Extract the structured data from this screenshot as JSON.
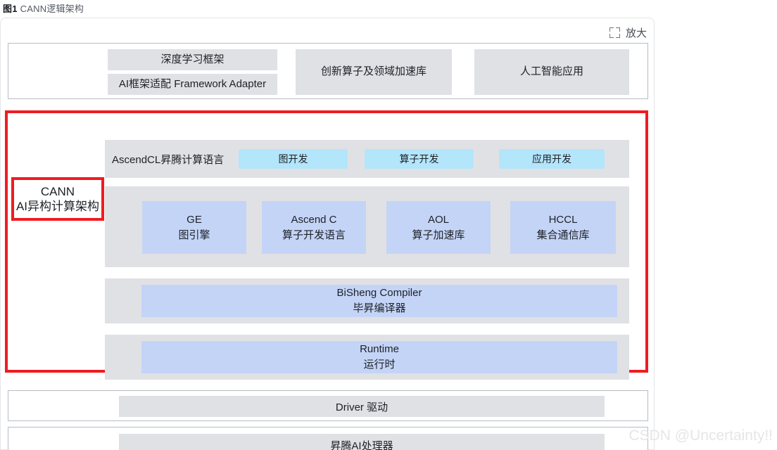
{
  "caption": {
    "figure_number": "图1",
    "title": "CANN逻辑架构"
  },
  "zoom_control": {
    "label": "放大",
    "icon": "expand-corners-icon"
  },
  "top_band": {
    "boxes": [
      {
        "label": "深度学习框架"
      },
      {
        "label": "AI框架适配 Framework Adapter"
      },
      {
        "label": "创新算子及领域加速库"
      },
      {
        "label": "人工智能应用"
      }
    ]
  },
  "cann": {
    "line1": "CANN",
    "line2": "AI异构计算架构",
    "accent_color": "#ee1c22"
  },
  "ascendcl_row": {
    "title": "AscendCL昇腾计算语言",
    "items": [
      {
        "label": "图开发"
      },
      {
        "label": "算子开发"
      },
      {
        "label": "应用开发"
      }
    ],
    "item_color": "#b3e5fb"
  },
  "engines_row": {
    "items": [
      {
        "name": "GE",
        "desc": "图引擎"
      },
      {
        "name": "Ascend C",
        "desc": "算子开发语言"
      },
      {
        "name": "AOL",
        "desc": "算子加速库"
      },
      {
        "name": "HCCL",
        "desc": "集合通信库"
      }
    ],
    "item_color": "#c4d4f7"
  },
  "compiler_row": {
    "name": "BiSheng Compiler",
    "desc": "毕昇编译器"
  },
  "runtime_row": {
    "name": "Runtime",
    "desc": "运行时"
  },
  "bottom_bands": [
    {
      "label": "Driver 驱动"
    },
    {
      "label": "昇腾AI处理器"
    }
  ],
  "watermark": {
    "text": "CSDN @Uncertainty!!"
  },
  "colors": {
    "container_grey": "#e0e1e4",
    "card_border": "#e3e5e8",
    "band_border": "#b9bcc2"
  }
}
